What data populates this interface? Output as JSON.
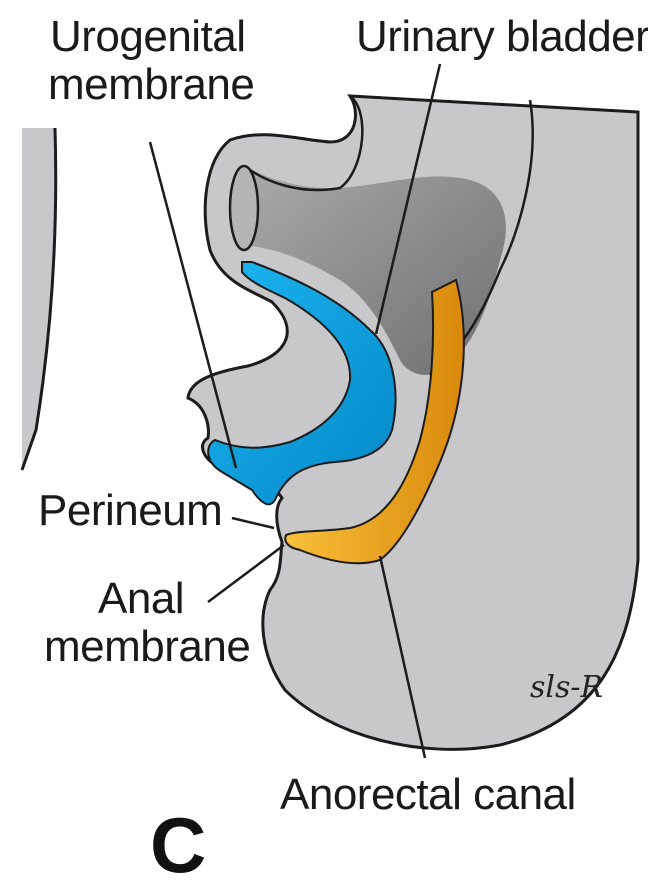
{
  "labels": {
    "urogenital_line1": "Urogenital",
    "urogenital_line2": "membrane",
    "urinary_bladder": "Urinary bladder",
    "perineum": "Perineum",
    "anal_line1": "Anal",
    "anal_line2": "membrane",
    "anorectal_canal": "Anorectal canal"
  },
  "panel_letter": "C",
  "signature": "sls-R",
  "colors": {
    "tissue": "#c8c8ca",
    "tissue_shadow": "#8e8e90",
    "bladder": "#0aa6e6",
    "anorectal": "#f6b21a",
    "outline": "#1c1c1c"
  }
}
